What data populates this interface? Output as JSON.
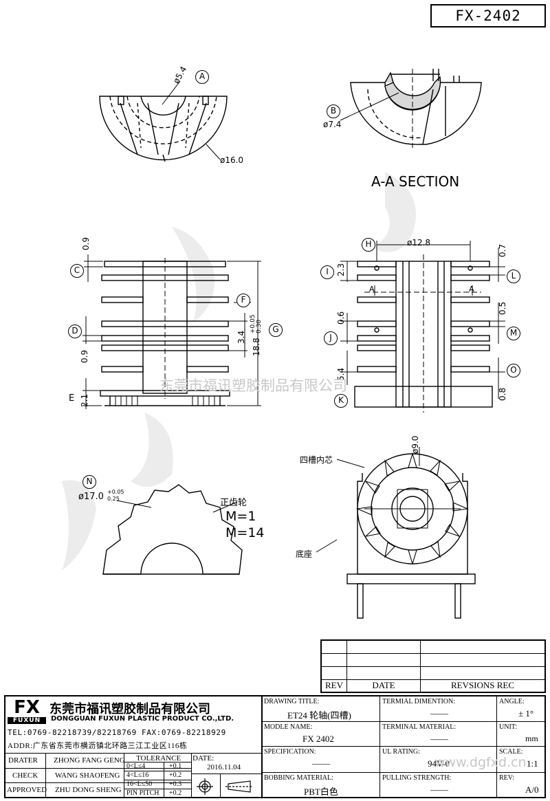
{
  "part_number": "FX-2402",
  "views": {
    "top_view": {
      "dim_hole": "ø5.4",
      "dim_outer": "ø16.0",
      "ref_a": "A"
    },
    "section": {
      "title": "A-A SECTION",
      "dim": "ø7.4",
      "ref_b": "B"
    },
    "front_view": {
      "refs": [
        "C",
        "D",
        "E",
        "F",
        "G"
      ],
      "dims": [
        "0.9",
        "0.9",
        "2.1",
        "3.4",
        "18.8",
        "+0.05",
        "0.30"
      ]
    },
    "side_view": {
      "dim_pitch": "ø12.8",
      "refs": [
        "H",
        "I",
        "J",
        "K",
        "L",
        "M",
        "O"
      ],
      "dims": [
        "2.3",
        "0.6",
        "5.4",
        "0.7",
        "0.5",
        "0.8"
      ],
      "section_mark": "A"
    },
    "gear_view": {
      "ref_n": "N",
      "dim": "ø17.0",
      "tol_upper": "+0.05",
      "tol_lower": "0.25",
      "gear_label": "正齿轮",
      "module": "M=1",
      "teeth": "M=14"
    },
    "assembly_view": {
      "core_label": "四槽内芯",
      "base_label": "底座",
      "dim": "ø9.0"
    }
  },
  "watermark_text": "东莞市福讯塑胶制品有限公司",
  "revision_table": {
    "headers": [
      "REV",
      "DATE",
      "REVSIONS REC"
    ]
  },
  "title_block": {
    "logo": "FX",
    "logo_sub": "FUXUN",
    "company_cn": "东莞市福讯塑胶制品有限公司",
    "company_en": "DONGGUAN FUXUN PLASTIC PRODUCT CO.,LTD.",
    "tel": "TEL:0769-82218739/82218769 FAX:0769-82218929",
    "addr": "ADDR:广东省东莞市横沥镇北环路三江工业区116栋",
    "drater_label": "DRATER",
    "drater": "ZHONG FANG GENG",
    "check_label": "CHECK",
    "check": "WANG SHAOFENG",
    "approved_label": "APPROVED",
    "approved": "ZHU DONG SHENG",
    "tolerance_label": "TOLERANCE",
    "tolerances": [
      {
        "range": "0<L≤4",
        "value": "+0.1"
      },
      {
        "range": "4<L≤16",
        "value": "+0.2"
      },
      {
        "range": "16<L≤50",
        "value": "+0.3"
      },
      {
        "range": "PIN PITCH",
        "value": "+0.2"
      }
    ],
    "date_label": "DATE:",
    "date": "2016.11.04",
    "drawing_title_label": "DRAWING TITLE:",
    "drawing_title": "ET24 轮轴(四槽)",
    "model_name_label": "MODLE NAME:",
    "model_name": "FX 2402",
    "specification_label": "SPECIFICATION:",
    "bobbin_material_label": "BOBBING MATERIAL:",
    "bobbin_material": "PBT白色",
    "terminal_dimension_label": "TERMIAL DIMENTION:",
    "terminal_material_label": "TERMINAL MATERIAL:",
    "ul_rating_label": "UL RATING:",
    "ul_rating": "94V-0",
    "pulling_strength_label": "PULLING STRENGTH:",
    "angle_label": "ANGLE:",
    "angle": "± 1°",
    "unit_label": "UNIT:",
    "unit": "mm",
    "scale_label": "SCALE:",
    "scale": "1:1",
    "rev_label": "REV:",
    "rev": "A/0",
    "placeholder_dash": "——"
  },
  "site_watermark": "www.dgfxd.cn"
}
